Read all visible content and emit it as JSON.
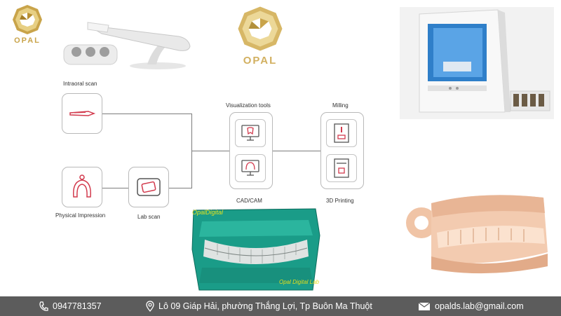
{
  "brand": {
    "name": "OPAL",
    "gold": "#c9a44a",
    "accent": "#d23a4d"
  },
  "workflow": {
    "intraoral_scan": "Intraoral scan",
    "physical_impression": "Physical Impression",
    "lab_scan": "Lab scan",
    "visualization_tools": "Visualization tools",
    "cad_cam": "CAD/CAM",
    "milling": "Milling",
    "printing_3d": "3D Printing"
  },
  "model_3d": {
    "watermark_top": "OpalDigital",
    "watermark_bottom": "Opal Digital Lab"
  },
  "footer": {
    "phone": "0947781357",
    "address": "Lô 09 Giáp Hải, phường Thắng Lợi, Tp Buôn Ma Thuột",
    "email": "opalds.lab@gmail.com"
  }
}
